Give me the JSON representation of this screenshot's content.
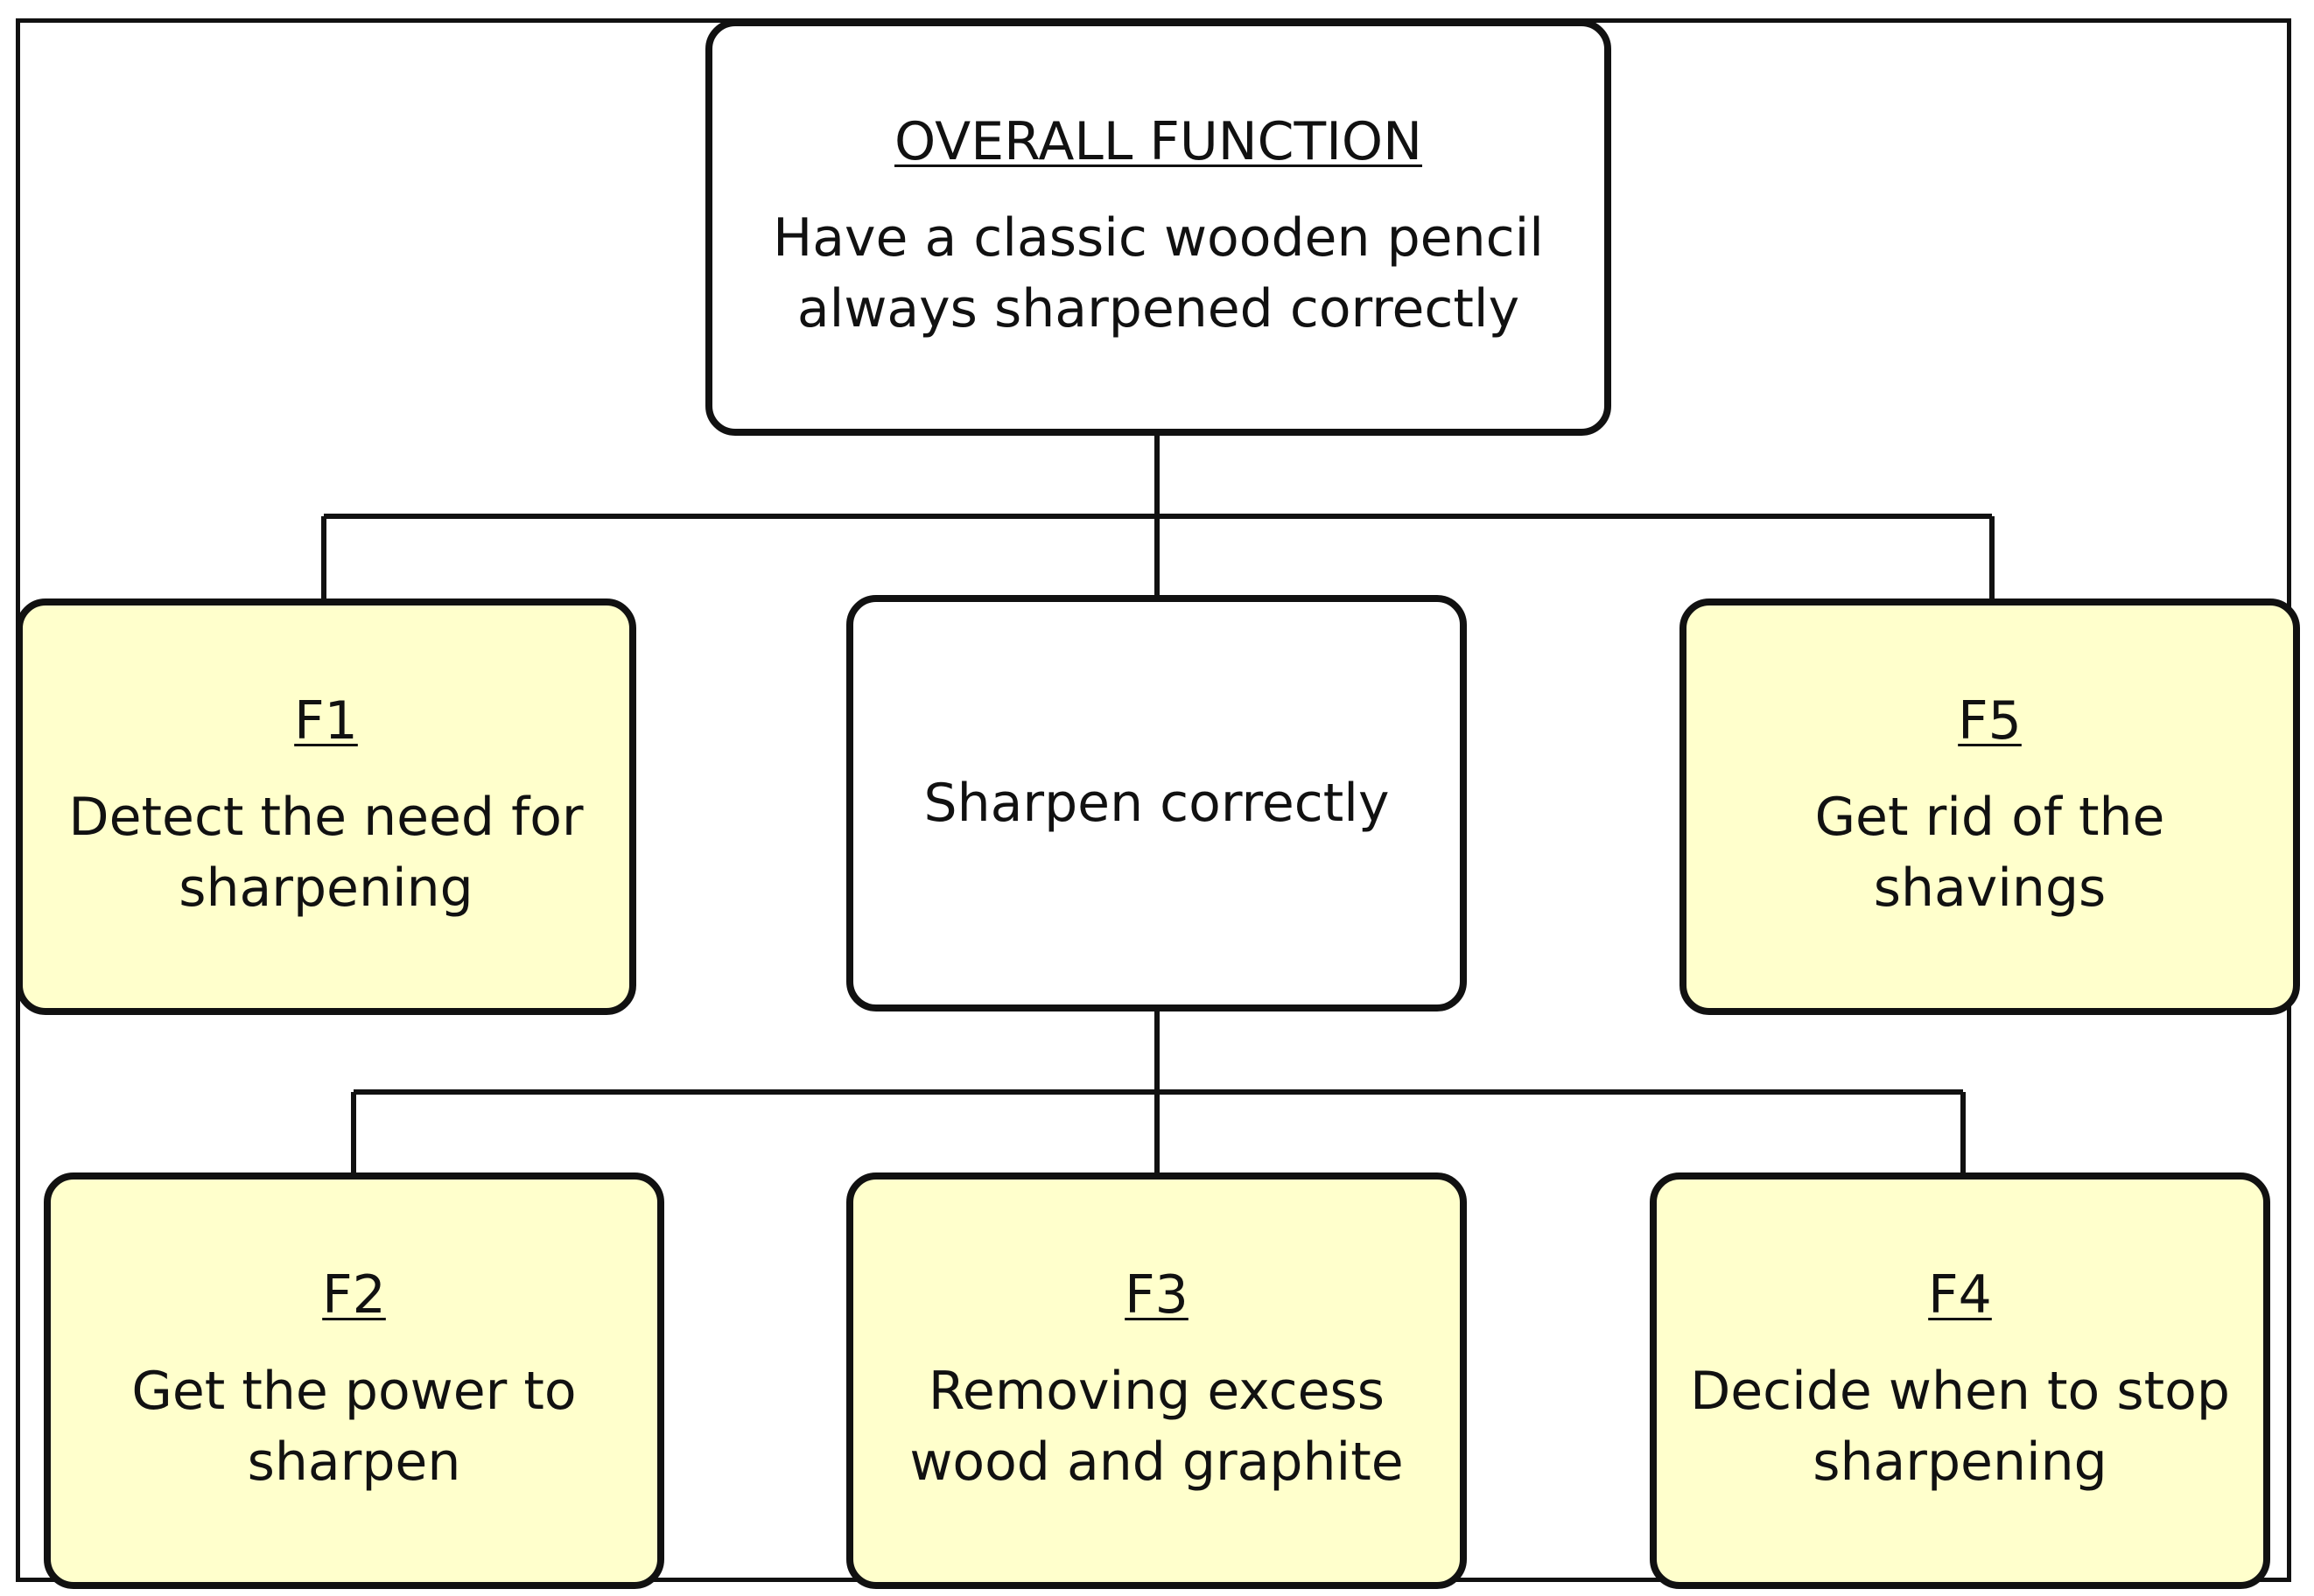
{
  "colors": {
    "box_fill": "#ffffcc",
    "root_fill": "#ffffff",
    "stroke": "#111111"
  },
  "nodes": {
    "overall": {
      "label": "OVERALL FUNCTION",
      "text": "Have a classic wooden pencil\nalways sharpened correctly"
    },
    "sharpen": {
      "label": "",
      "text": "Sharpen correctly"
    },
    "f1": {
      "label": "F1",
      "text": "Detect the need for\nsharpening"
    },
    "f5": {
      "label": "F5",
      "text": "Get rid of the\nshavings"
    },
    "f2": {
      "label": "F2",
      "text": "Get the power to\nsharpen"
    },
    "f3": {
      "label": "F3",
      "text": "Removing excess\nwood and graphite"
    },
    "f4": {
      "label": "F4",
      "text": "Decide when to stop\nsharpening"
    }
  }
}
